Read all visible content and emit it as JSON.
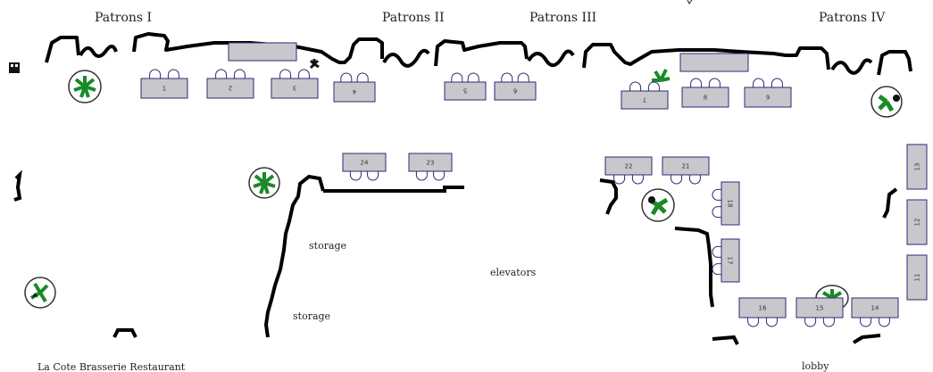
{
  "header": {
    "sections": [
      {
        "id": "p1",
        "label": "Patrons I"
      },
      {
        "id": "p2",
        "label": "Patrons II"
      },
      {
        "id": "p3",
        "label": "Patrons III"
      },
      {
        "id": "p4",
        "label": "Patrons IV"
      }
    ]
  },
  "labels": {
    "storage_upper": "storage",
    "storage_lower": "storage",
    "elevators": "elevators",
    "restaurant": "La Cote Brasserie Restaurant",
    "lobby": "lobby"
  },
  "tables": [
    {
      "id": "t1",
      "number": "1"
    },
    {
      "id": "t2",
      "number": "2"
    },
    {
      "id": "t3",
      "number": "3"
    },
    {
      "id": "t4",
      "number": "4"
    },
    {
      "id": "t5",
      "number": "5"
    },
    {
      "id": "t6",
      "number": "6"
    },
    {
      "id": "t7",
      "number": "7"
    },
    {
      "id": "t8",
      "number": "8"
    },
    {
      "id": "t9",
      "number": "9"
    },
    {
      "id": "t11",
      "number": "11"
    },
    {
      "id": "t12",
      "number": "12"
    },
    {
      "id": "t13",
      "number": "13"
    },
    {
      "id": "t14",
      "number": "14"
    },
    {
      "id": "t15",
      "number": "15"
    },
    {
      "id": "t16",
      "number": "16"
    },
    {
      "id": "t17",
      "number": "17"
    },
    {
      "id": "t18",
      "number": "18"
    },
    {
      "id": "t21",
      "number": "21"
    },
    {
      "id": "t22",
      "number": "22"
    },
    {
      "id": "t23",
      "number": "23"
    },
    {
      "id": "t24",
      "number": "24"
    }
  ],
  "colors": {
    "table_fill": "#c8c8cc",
    "table_stroke": "#2a2a7a",
    "wall": "#000000",
    "plant_green": "#1a8a2a"
  }
}
